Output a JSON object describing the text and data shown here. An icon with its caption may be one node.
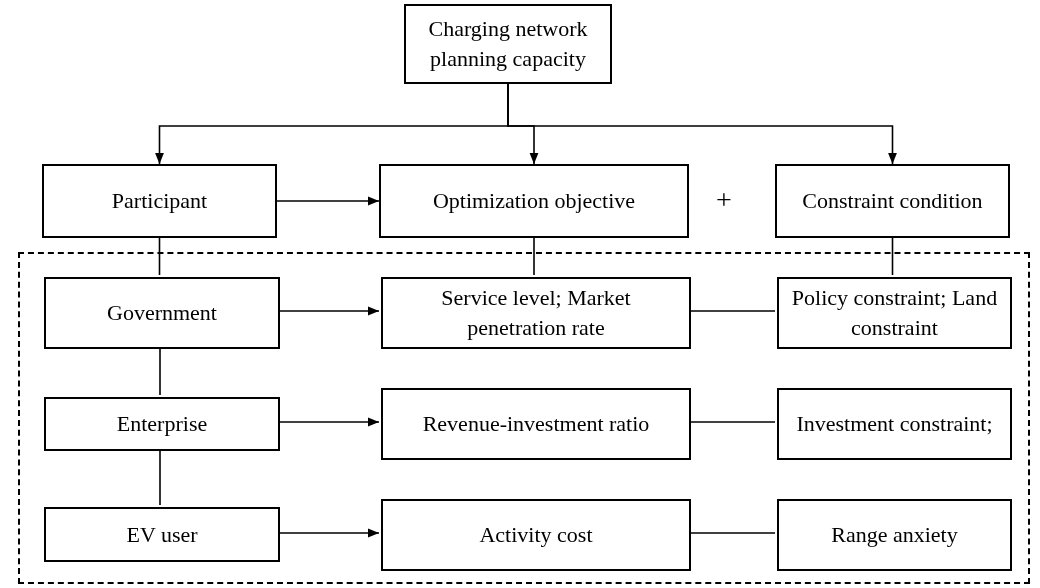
{
  "diagram": {
    "nodes": [
      {
        "text": [
          "Charging network planning capacity"
        ]
      },
      {
        "text": [
          "Participant"
        ]
      },
      {
        "text": [
          "Optimization objective"
        ]
      },
      {
        "text": [
          "Constraint condition"
        ]
      },
      {
        "text": [],
        "shape": "box"
      },
      {
        "text": [
          "Government"
        ],
        "in": 4
      },
      {
        "text": [
          "Service level; Market penetration rate"
        ],
        "in": 4
      },
      {
        "text": [
          "Policy constraint; Land constraint"
        ],
        "in": 4
      },
      {
        "text": [
          "Enterprise"
        ],
        "in": 4
      },
      {
        "text": [
          "Revenue-investment ratio"
        ],
        "in": 4
      },
      {
        "text": [
          "Investment constraint;"
        ],
        "in": 4
      },
      {
        "text": [
          "EV user"
        ],
        "in": 4
      },
      {
        "text": [
          "Activity cost"
        ],
        "in": 4
      },
      {
        "text": [
          "Range anxiety"
        ],
        "in": 4
      }
    ],
    "edges": [
      {
        "from": 0,
        "to": 1,
        "arrow": "to"
      },
      {
        "from": 0,
        "to": 2,
        "arrow": "to"
      },
      {
        "from": 0,
        "to": 3,
        "arrow": "to"
      },
      {
        "from": 1,
        "to": 2,
        "arrow": "to"
      },
      {
        "from": 1,
        "to": 5,
        "arrow": "none"
      },
      {
        "from": 2,
        "to": 6,
        "arrow": "none"
      },
      {
        "from": 3,
        "to": 7,
        "arrow": "none"
      },
      {
        "from": 5,
        "to": 6,
        "arrow": "to"
      },
      {
        "from": 6,
        "to": 7,
        "arrow": "none"
      },
      {
        "from": 5,
        "to": 8,
        "arrow": "none"
      },
      {
        "from": 8,
        "to": 9,
        "arrow": "to"
      },
      {
        "from": 9,
        "to": 10,
        "arrow": "none"
      },
      {
        "from": 8,
        "to": 11,
        "arrow": "none"
      },
      {
        "from": 11,
        "to": 12,
        "arrow": "to"
      },
      {
        "from": 12,
        "to": 13,
        "arrow": "none"
      }
    ],
    "labels": [
      "+"
    ]
  }
}
